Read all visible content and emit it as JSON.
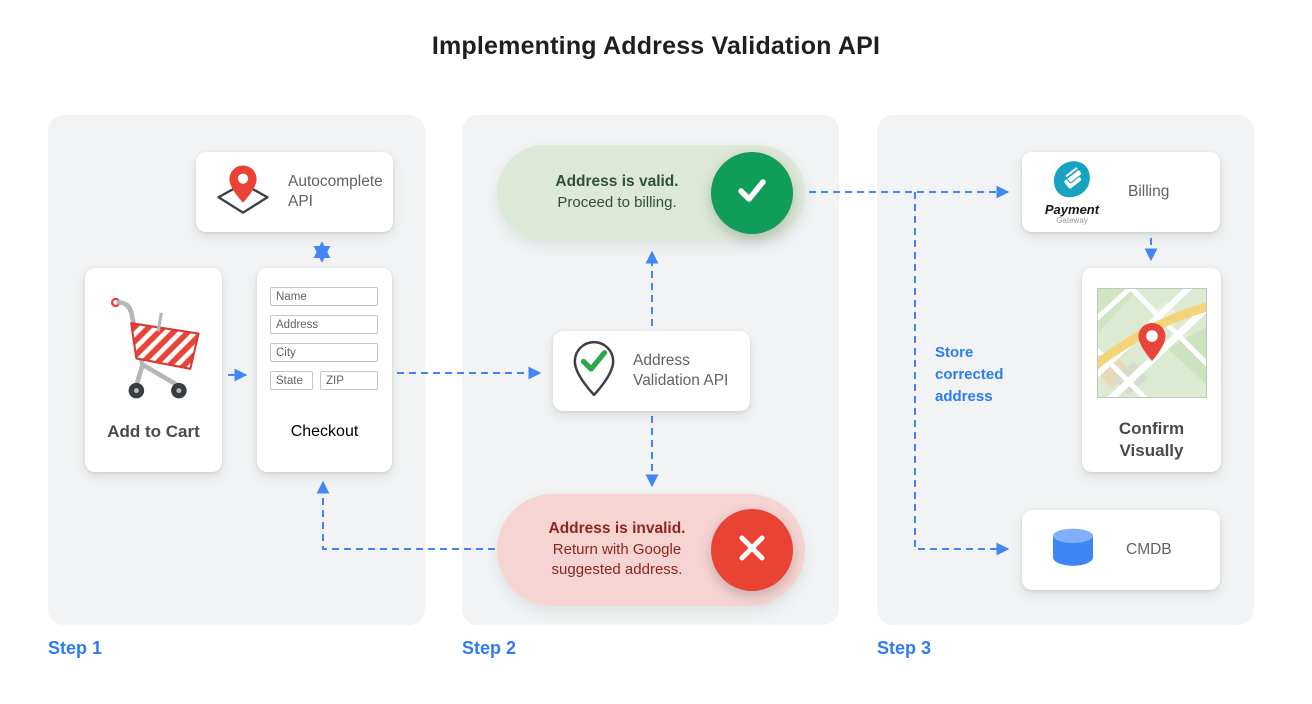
{
  "title": "Implementing Address Validation API",
  "steps": {
    "step1": "Step 1",
    "step2": "Step 2",
    "step3": "Step 3"
  },
  "panel1": {
    "autocomplete": {
      "label": "Autocomplete API"
    },
    "add_to_cart": {
      "label": "Add to Cart"
    },
    "checkout": {
      "label": "Checkout",
      "fields": [
        "Name",
        "Address",
        "City",
        "State",
        "ZIP"
      ]
    }
  },
  "panel2": {
    "validation": {
      "label": "Address Validation API"
    },
    "valid": {
      "headline": "Address is valid.",
      "body": "Proceed to billing."
    },
    "invalid": {
      "headline": "Address is invalid.",
      "body": "Return with Google suggested address."
    }
  },
  "panel3": {
    "billing": {
      "label": "Billing",
      "logo_title": "Payment",
      "logo_subtitle": "Gateway"
    },
    "confirm": {
      "label": "Confirm Visually"
    },
    "cmdb": {
      "label": "CMDB"
    },
    "annotation": "Store corrected address"
  },
  "colors": {
    "panel_bg": "#F1F3F4",
    "arrow_blue": "#4285F4",
    "step_blue": "#2E7CF0",
    "valid_pill_bg": "#DDE8D8",
    "valid_text": "#2D5334",
    "valid_badge_green": "#0F9D58",
    "invalid_pill_bg": "#F6D4D2",
    "invalid_text": "#8D261E",
    "invalid_badge_red": "#EA4335",
    "pin_red": "#EA4335",
    "check_green": "#2BA84A",
    "payment_teal": "#16A2C0",
    "cmdb_blue": "#3E86F5",
    "label_gray": "#5F6368"
  }
}
